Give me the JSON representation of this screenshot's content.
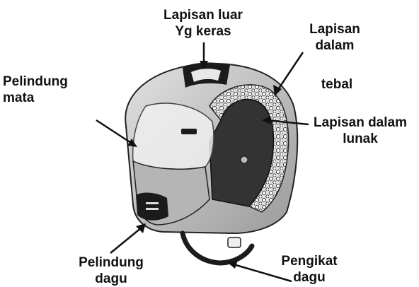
{
  "diagram": {
    "labels": {
      "outer_shell": {
        "line1": "Lapisan luar",
        "line2": "Yg keras"
      },
      "inner_thick": {
        "line1": "Lapisan",
        "line2": "dalam",
        "line3": "tebal"
      },
      "eye_shield": {
        "line1": "Pelindung",
        "line2": "mata"
      },
      "inner_soft": {
        "line1": "Lapisan dalam",
        "line2": "lunak"
      },
      "chin_guard": {
        "line1": "Pelindung",
        "line2": "dagu"
      },
      "chin_strap": {
        "line1": "Pengikat",
        "line2": "dagu"
      }
    },
    "colors": {
      "shell": "#c9c9c9",
      "shell_dark": "#8e8e8e",
      "black": "#1b1b1b",
      "visor": "#e6e6e6",
      "foam": "#dcdcdc",
      "liner": "#3a3a3a",
      "text": "#111111"
    }
  }
}
